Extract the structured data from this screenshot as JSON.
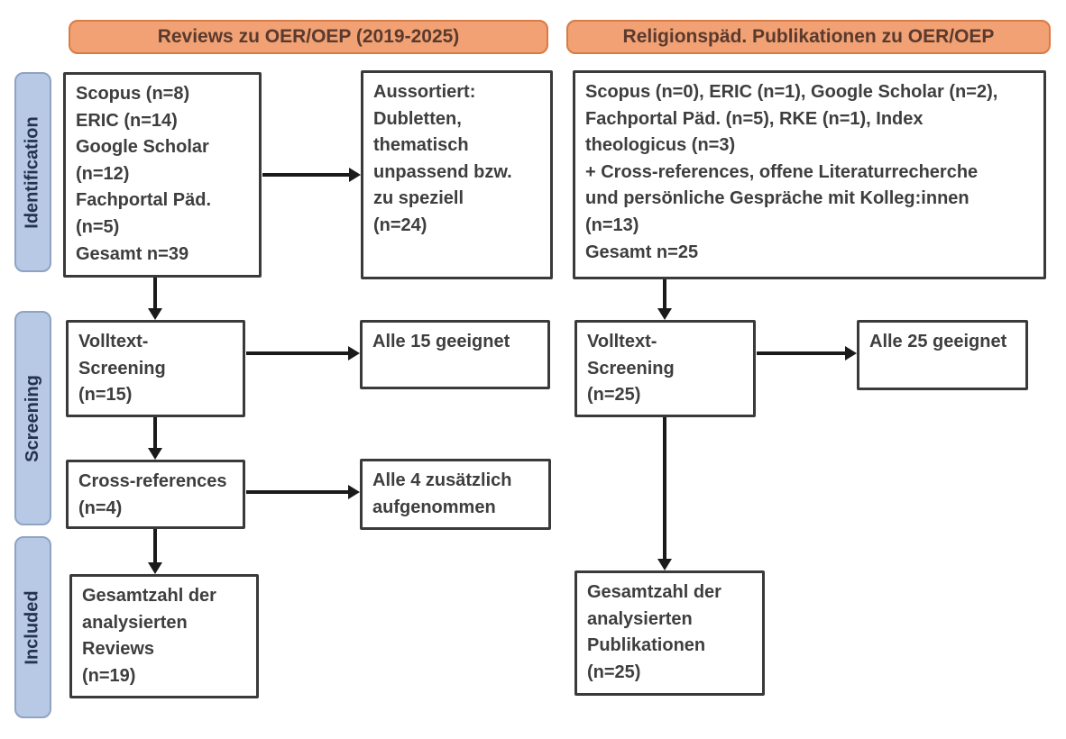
{
  "headers": {
    "left": "Reviews zu OER/OEP (2019-2025)",
    "right": "Religionspäd. Publikationen zu OER/OEP"
  },
  "stages": [
    "Identification",
    "Screening",
    "Included"
  ],
  "left_flow": {
    "sources": "Scopus (n=8)\nERIC (n=14)\nGoogle Scholar\n(n=12)\nFachportal Päd.\n(n=5)\nGesamt n=39",
    "excluded": "Aussortiert:\nDubletten,\nthematisch\nunpassend bzw.\nzu speziell\n(n=24)",
    "screening": "Volltext-\nScreening\n(n=15)",
    "screening_result": "Alle 15 geeignet",
    "cross_references": "Cross-references\n(n=4)",
    "cross_references_result": "Alle 4 zusätzlich\naufgenommen",
    "included": "Gesamtzahl der\nanalysierten\nReviews\n(n=19)"
  },
  "right_flow": {
    "sources": "Scopus (n=0), ERIC (n=1), Google Scholar (n=2),\nFachportal Päd. (n=5), RKE (n=1), Index\ntheologicus (n=3)\n+ Cross-references, offene Literaturrecherche\nund persönliche Gespräche mit Kolleg:innen\n(n=13)\nGesamt n=25",
    "screening": "Volltext-\nScreening\n(n=25)",
    "screening_result": "Alle 25 geeignet",
    "included": "Gesamtzahl der\nanalysierten\nPublikationen\n(n=25)"
  },
  "colors": {
    "header_fill": "#F1A173",
    "header_border": "#D97B45",
    "header_text": "#5A3A2E",
    "stage_fill": "#B8C9E6",
    "stage_border": "#8FA3C4",
    "stage_text": "#24344F",
    "box_border": "#3A3A3A",
    "box_text": "#3E3E3E",
    "arrow": "#1A1A1A"
  }
}
